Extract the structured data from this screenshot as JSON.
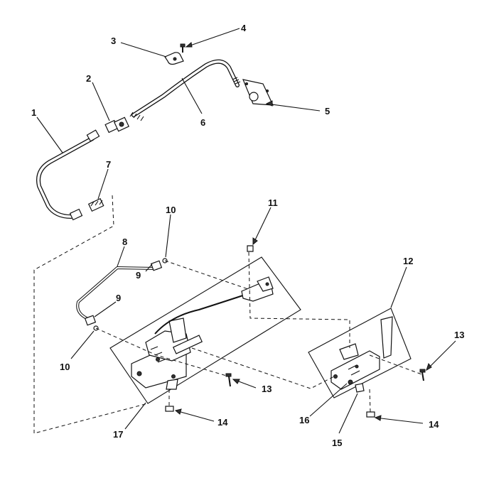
{
  "callouts": [
    {
      "number": "1"
    },
    {
      "number": "2"
    },
    {
      "number": "3"
    },
    {
      "number": "4"
    },
    {
      "number": "5"
    },
    {
      "number": "6"
    },
    {
      "number": "7"
    },
    {
      "number": "8"
    },
    {
      "number": "9"
    },
    {
      "number": "9"
    },
    {
      "number": "10"
    },
    {
      "number": "10"
    },
    {
      "number": "11"
    },
    {
      "number": "12"
    },
    {
      "number": "13"
    },
    {
      "number": "13"
    },
    {
      "number": "14"
    },
    {
      "number": "14"
    },
    {
      "number": "15"
    },
    {
      "number": "16"
    },
    {
      "number": "17"
    }
  ]
}
